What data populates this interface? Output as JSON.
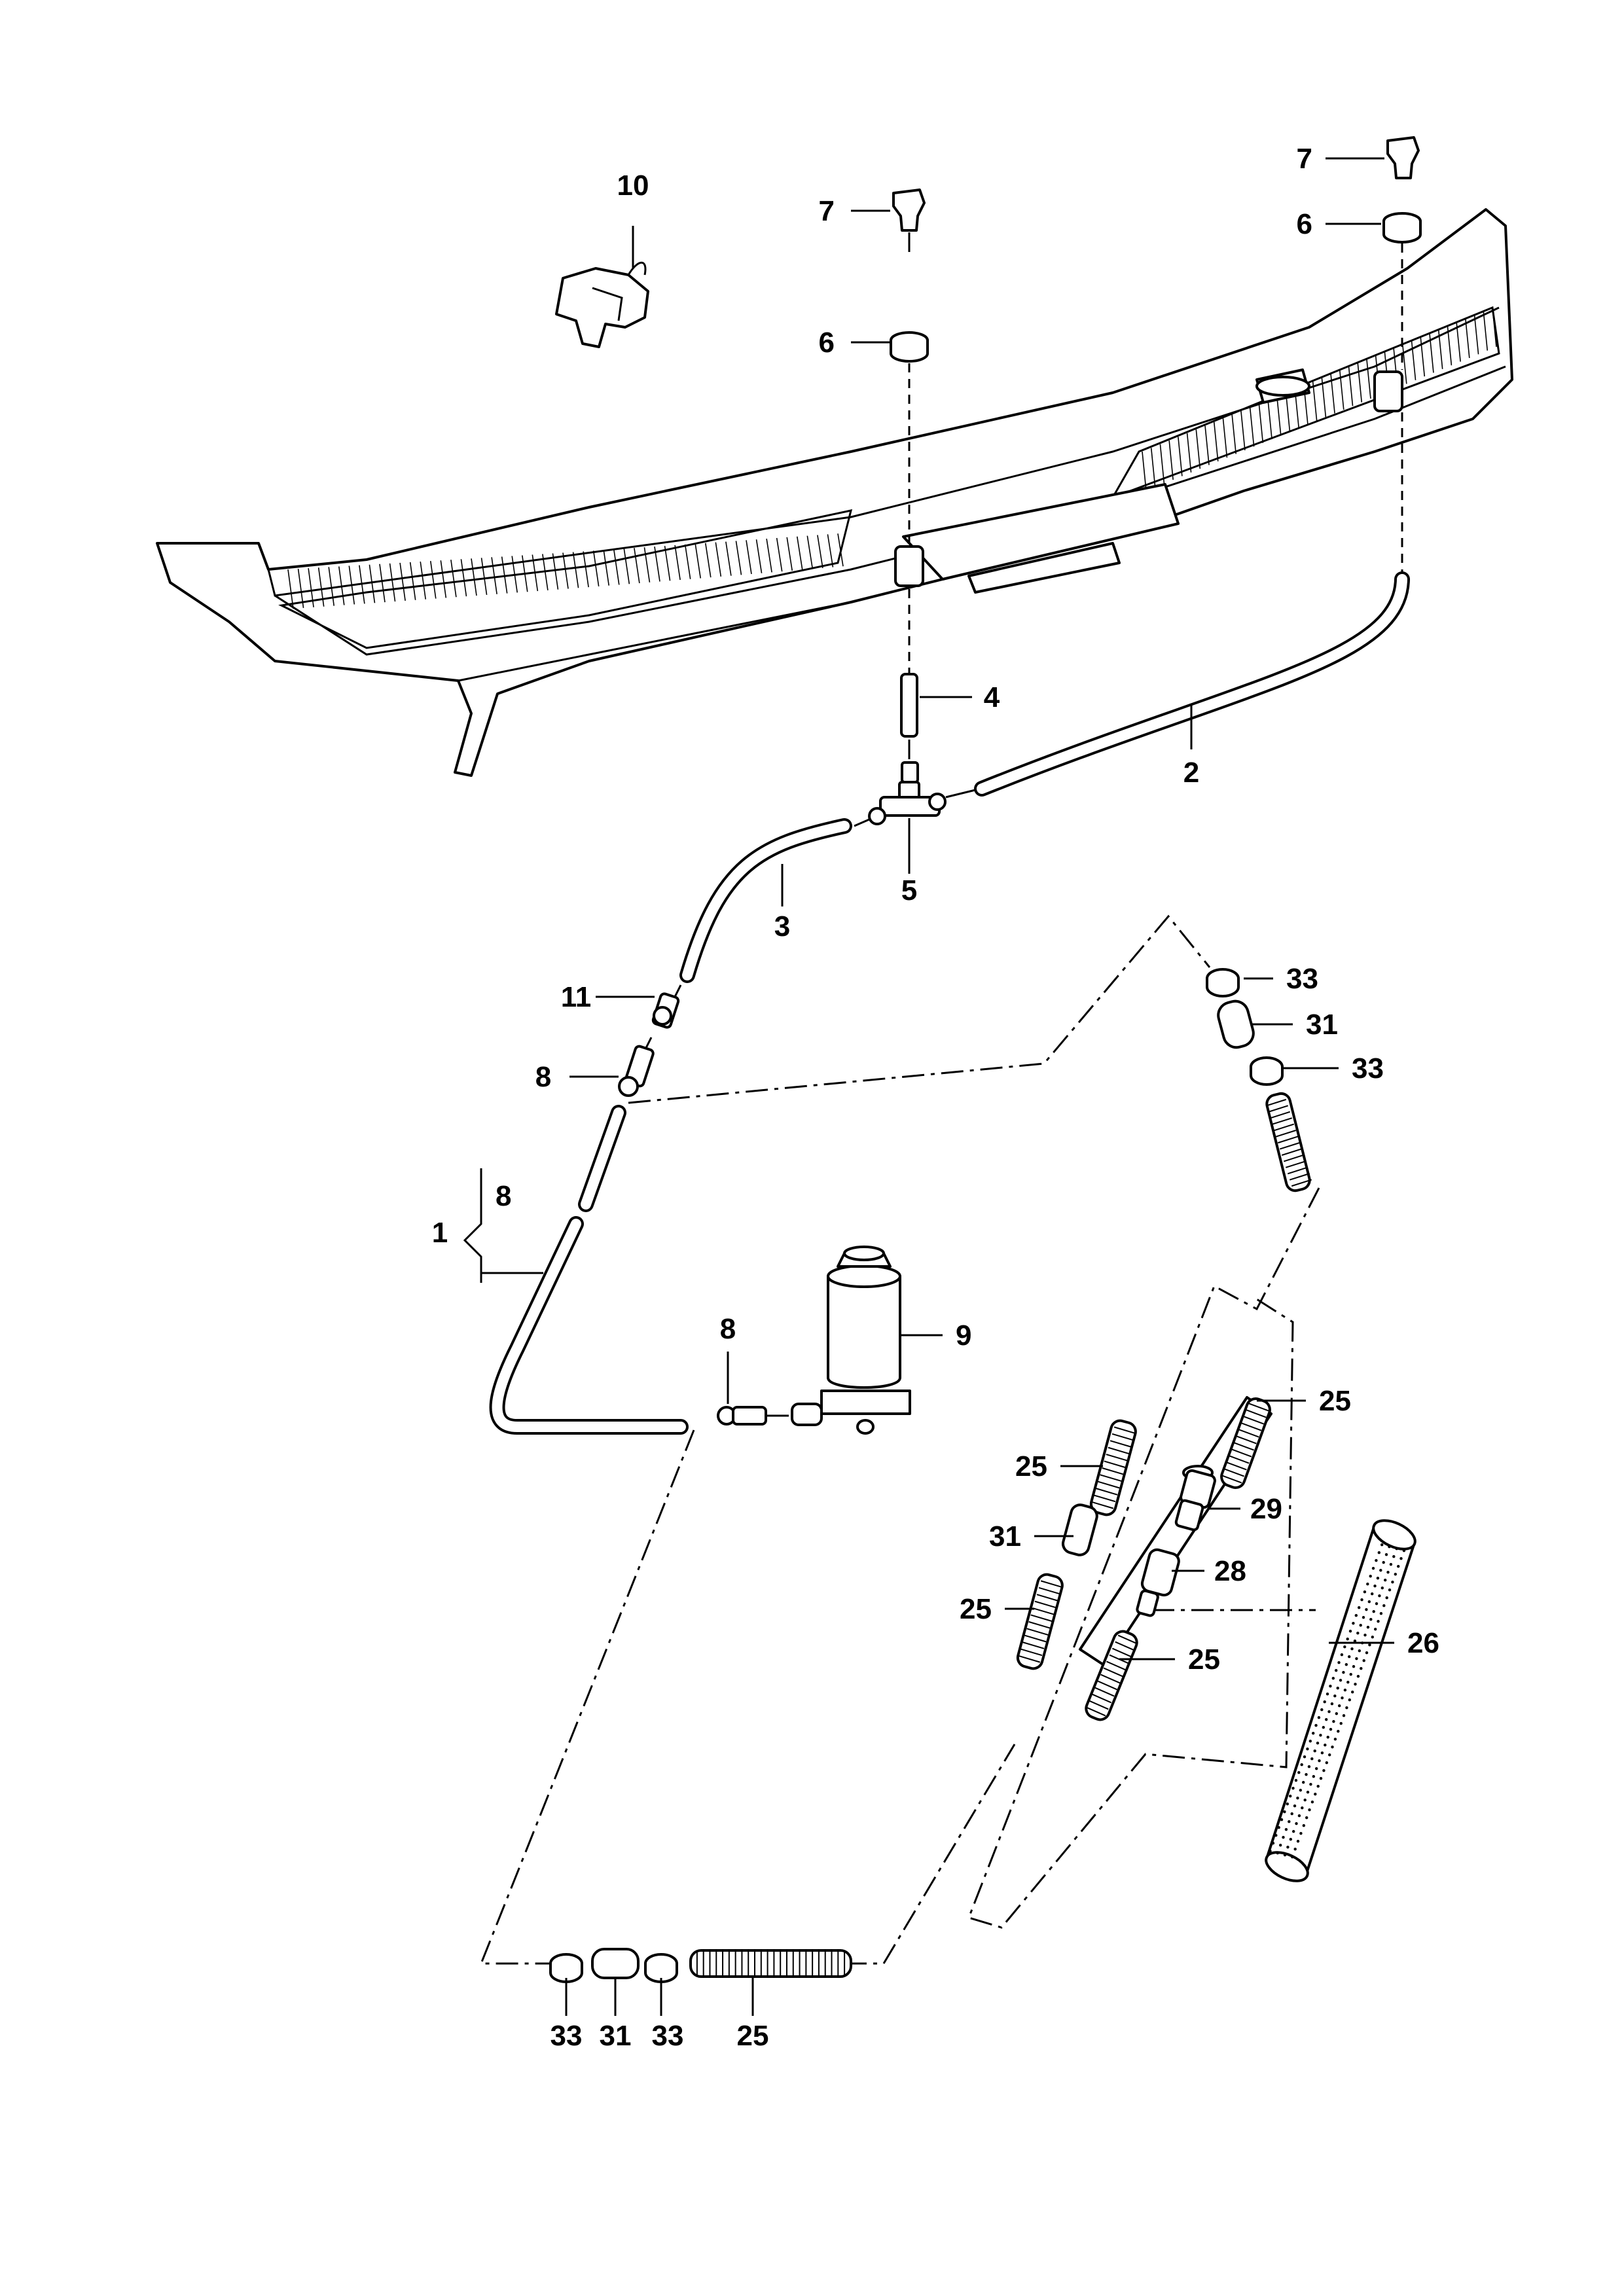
{
  "labels": {
    "l10": "10",
    "l7a": "7",
    "l6a": "6",
    "l7b": "7",
    "l6b": "6",
    "l4": "4",
    "l2": "2",
    "l3": "3",
    "l5": "5",
    "l11": "11",
    "l8a": "8",
    "l8b": "8",
    "l1": "1",
    "l8c": "8",
    "l9": "9",
    "l33a": "33",
    "l31a": "31",
    "l33b": "33",
    "l25a": "25",
    "l25b": "25",
    "l31b": "31",
    "l29": "29",
    "l28": "28",
    "l25c": "25",
    "l26": "26",
    "l25d": "25",
    "l33c": "33",
    "l31c": "31",
    "l33d": "33",
    "l25e": "25"
  },
  "colors": {
    "line": "#000000",
    "background": "#ffffff"
  }
}
